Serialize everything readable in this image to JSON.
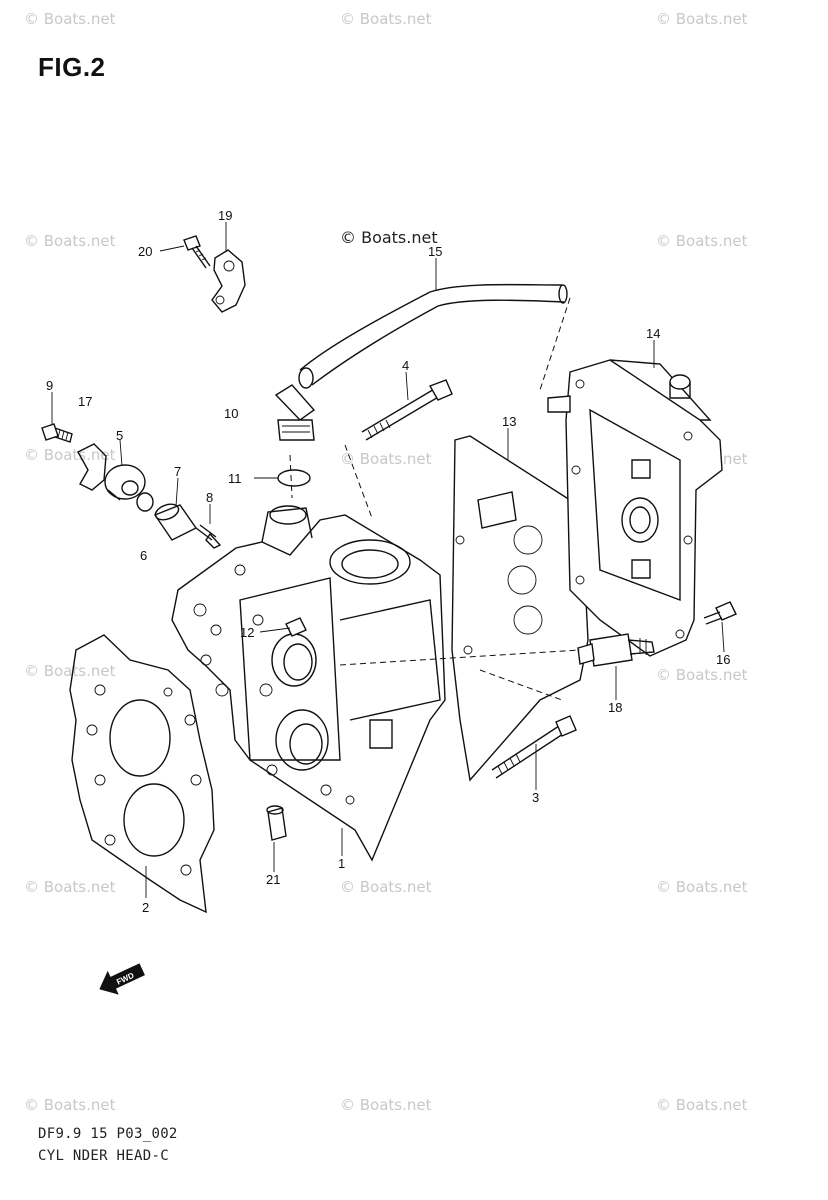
{
  "figure": {
    "title": "FIG.2",
    "footer_code": "DF9.9 15 P03_002",
    "footer_name": "CYL NDER HEAD-C",
    "direction_label": "FWD"
  },
  "watermark": {
    "text": "© Boats.net",
    "center_text": "© Boats.net"
  },
  "callouts": [
    "1",
    "2",
    "3",
    "4",
    "5",
    "6",
    "7",
    "8",
    "9",
    "10",
    "11",
    "12",
    "13",
    "14",
    "15",
    "16",
    "17",
    "18",
    "19",
    "20",
    "21"
  ],
  "colors": {
    "ink": "#111111",
    "watermark": "#c8c8c8",
    "background": "#ffffff"
  }
}
